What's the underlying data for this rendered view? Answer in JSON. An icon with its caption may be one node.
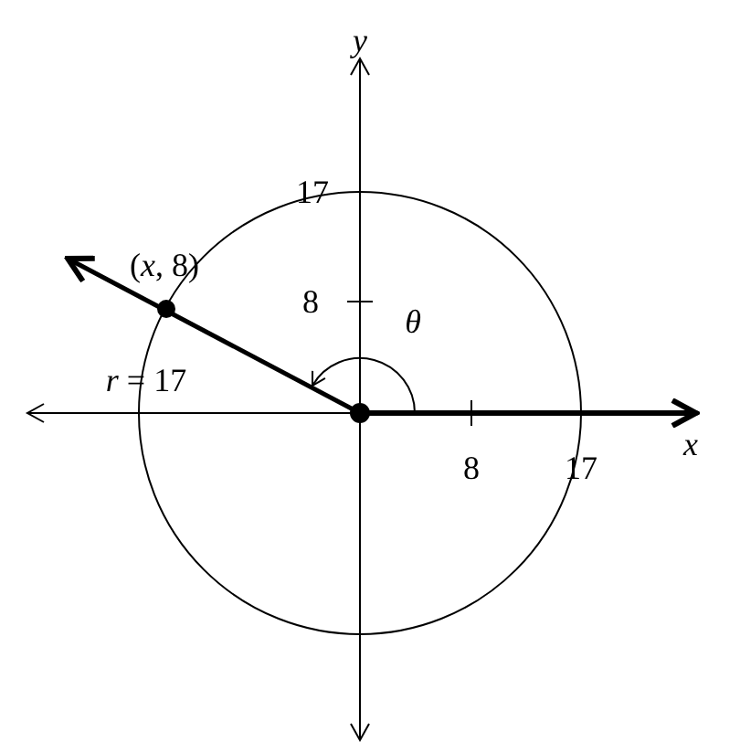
{
  "diagram": {
    "labels": [
      "y",
      "17",
      "(*x*, 8)",
      "8",
      "θ",
      "*r* = 17",
      "x",
      "8",
      "17"
    ]
  }
}
